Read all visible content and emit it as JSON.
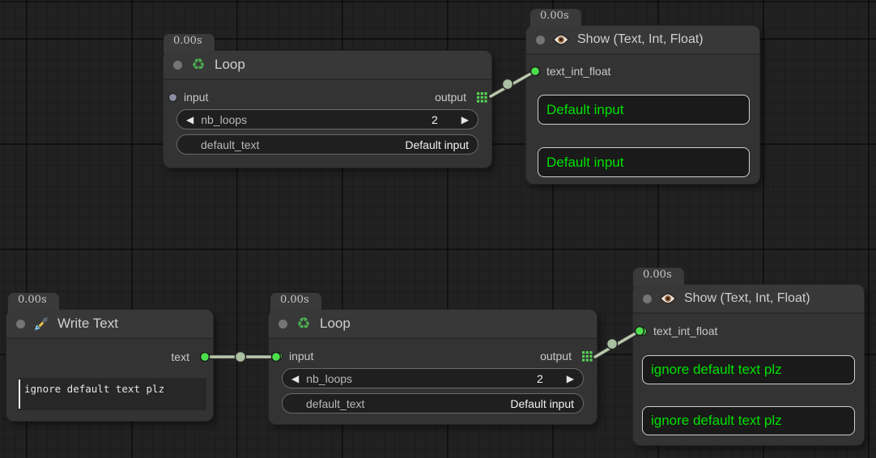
{
  "icons": {
    "recycle": "♻",
    "left_arrow": "◀",
    "right_arrow": "▶"
  },
  "colors": {
    "link": "#b9c8ad",
    "slot_green": "#4be04b",
    "slot_lavender": "#8c8ca1",
    "value_green": "#00e000",
    "node_bg": "#333333",
    "node_header_bg": "#383838",
    "canvas_bg": "#212121"
  },
  "nodes": {
    "loop_top": {
      "timer": "0.00s",
      "title": "Loop",
      "input_label": "input",
      "output_label": "output",
      "widgets": {
        "nb_loops": {
          "label": "nb_loops",
          "value": "2"
        },
        "default_text": {
          "label": "default_text",
          "value": "Default input"
        }
      }
    },
    "show_top": {
      "timer": "0.00s",
      "title": "Show (Text, Int, Float)",
      "input_label": "text_int_float",
      "boxes": [
        "Default input",
        "Default input"
      ]
    },
    "write_text": {
      "timer": "0.00s",
      "title": "Write Text",
      "output_label": "text",
      "textarea": "ignore default text plz"
    },
    "loop_bottom": {
      "timer": "0.00s",
      "title": "Loop",
      "input_label": "input",
      "output_label": "output",
      "widgets": {
        "nb_loops": {
          "label": "nb_loops",
          "value": "2"
        },
        "default_text": {
          "label": "default_text",
          "value": "Default input"
        }
      }
    },
    "show_bottom": {
      "timer": "0.00s",
      "title": "Show (Text, Int, Float)",
      "input_label": "text_int_float",
      "boxes": [
        "ignore default text plz",
        "ignore default text plz"
      ]
    }
  }
}
